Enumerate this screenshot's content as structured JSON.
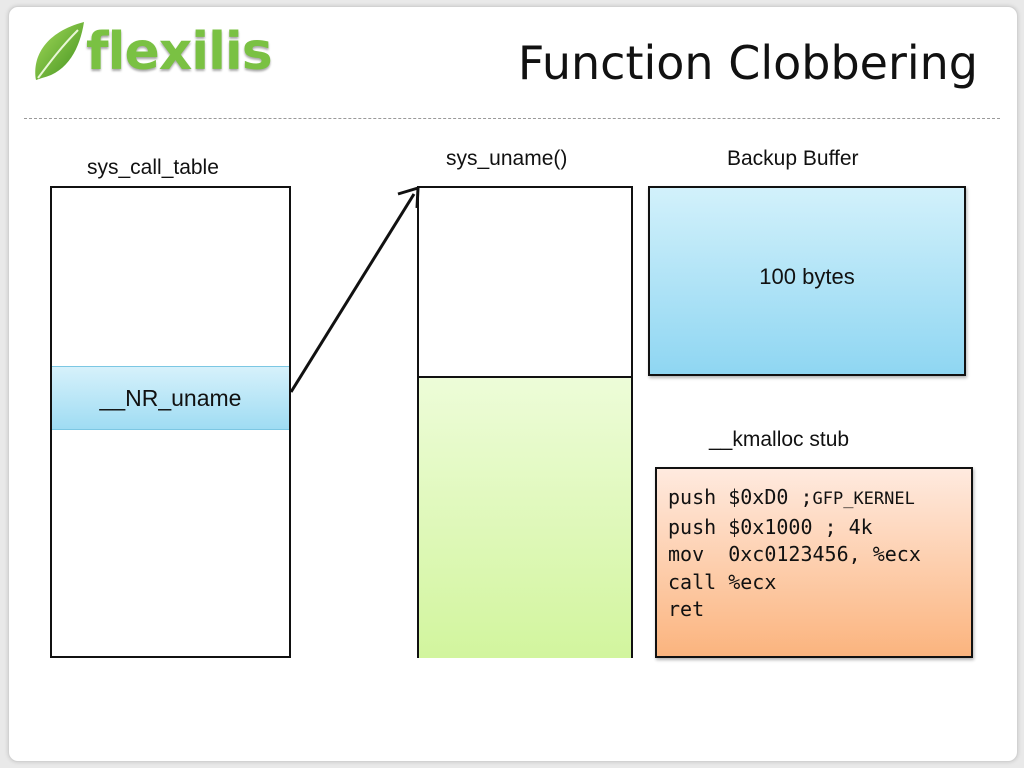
{
  "logo": {
    "brand": "flexilis",
    "leaf_color": "#5aa82b"
  },
  "slide": {
    "title": "Function Clobbering"
  },
  "diagram": {
    "sys_call_table": {
      "label": "sys_call_table",
      "entry": "__NR_uname"
    },
    "sys_uname": {
      "label": "sys_uname()"
    },
    "backup_buffer": {
      "label": "Backup Buffer",
      "content": "100 bytes"
    },
    "kmalloc_stub": {
      "label": "__kmalloc stub",
      "code": [
        {
          "main": "push $0xD0 ;",
          "comment": "GFP_KERNEL"
        },
        {
          "main": "push $0x1000 ; 4k",
          "comment": ""
        },
        {
          "main": "mov  0xc0123456, %ecx",
          "comment": ""
        },
        {
          "main": "call %ecx",
          "comment": ""
        },
        {
          "main": "ret",
          "comment": ""
        }
      ]
    }
  },
  "colors": {
    "entry_fill": "#9fdcf3",
    "sys_uname_body": "#d2f59e",
    "backup_fill": "#8fd6f2",
    "stub_fill": "#fbb47e",
    "brand_green": "#7ac143"
  }
}
